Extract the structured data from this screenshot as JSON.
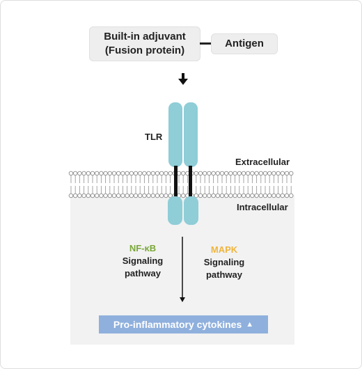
{
  "adjuvant": {
    "line1": "Built-in adjuvant",
    "line2": "(Fusion protein)"
  },
  "antigen": {
    "label": "Antigen"
  },
  "receptor": {
    "label": "TLR"
  },
  "membrane": {
    "outside_label": "Extracellular",
    "inside_label": "Intracellular"
  },
  "pathways": {
    "left": {
      "name": "NF-κB",
      "line2": "Signaling",
      "line3": "pathway"
    },
    "right": {
      "name": "MAPK",
      "line2": "Signaling",
      "line3": "pathway"
    }
  },
  "output": {
    "label": "Pro-inflammatory cytokines",
    "indicator": "▲"
  },
  "colors": {
    "receptor": "#8fcdd7",
    "nfkb": "#7aa73a",
    "mapk": "#f0b53c",
    "output_box": "#8fb0dd",
    "intracellular_bg": "#f2f2f2"
  }
}
